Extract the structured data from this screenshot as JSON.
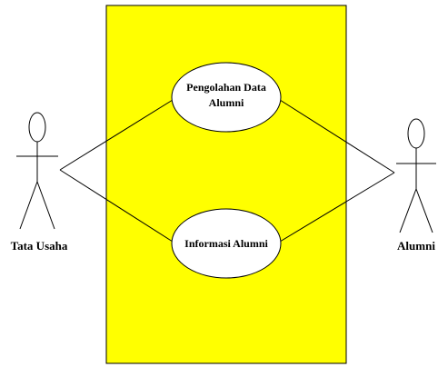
{
  "diagram": {
    "type": "use-case",
    "actors": [
      {
        "id": "tata-usaha",
        "label": "Tata Usaha"
      },
      {
        "id": "alumni",
        "label": "Alumni"
      }
    ],
    "use_cases": [
      {
        "id": "pengolahan-data-alumni",
        "lines": [
          "Pengolahan Data",
          "Alumni"
        ]
      },
      {
        "id": "informasi-alumni",
        "lines": [
          "Informasi Alumni"
        ]
      }
    ],
    "associations": [
      [
        "tata-usaha",
        "pengolahan-data-alumni"
      ],
      [
        "tata-usaha",
        "informasi-alumni"
      ],
      [
        "alumni",
        "pengolahan-data-alumni"
      ],
      [
        "alumni",
        "informasi-alumni"
      ]
    ],
    "colors": {
      "system_boundary_fill": "#ffff00",
      "use_case_fill": "#ffffff",
      "line": "#000000"
    }
  }
}
